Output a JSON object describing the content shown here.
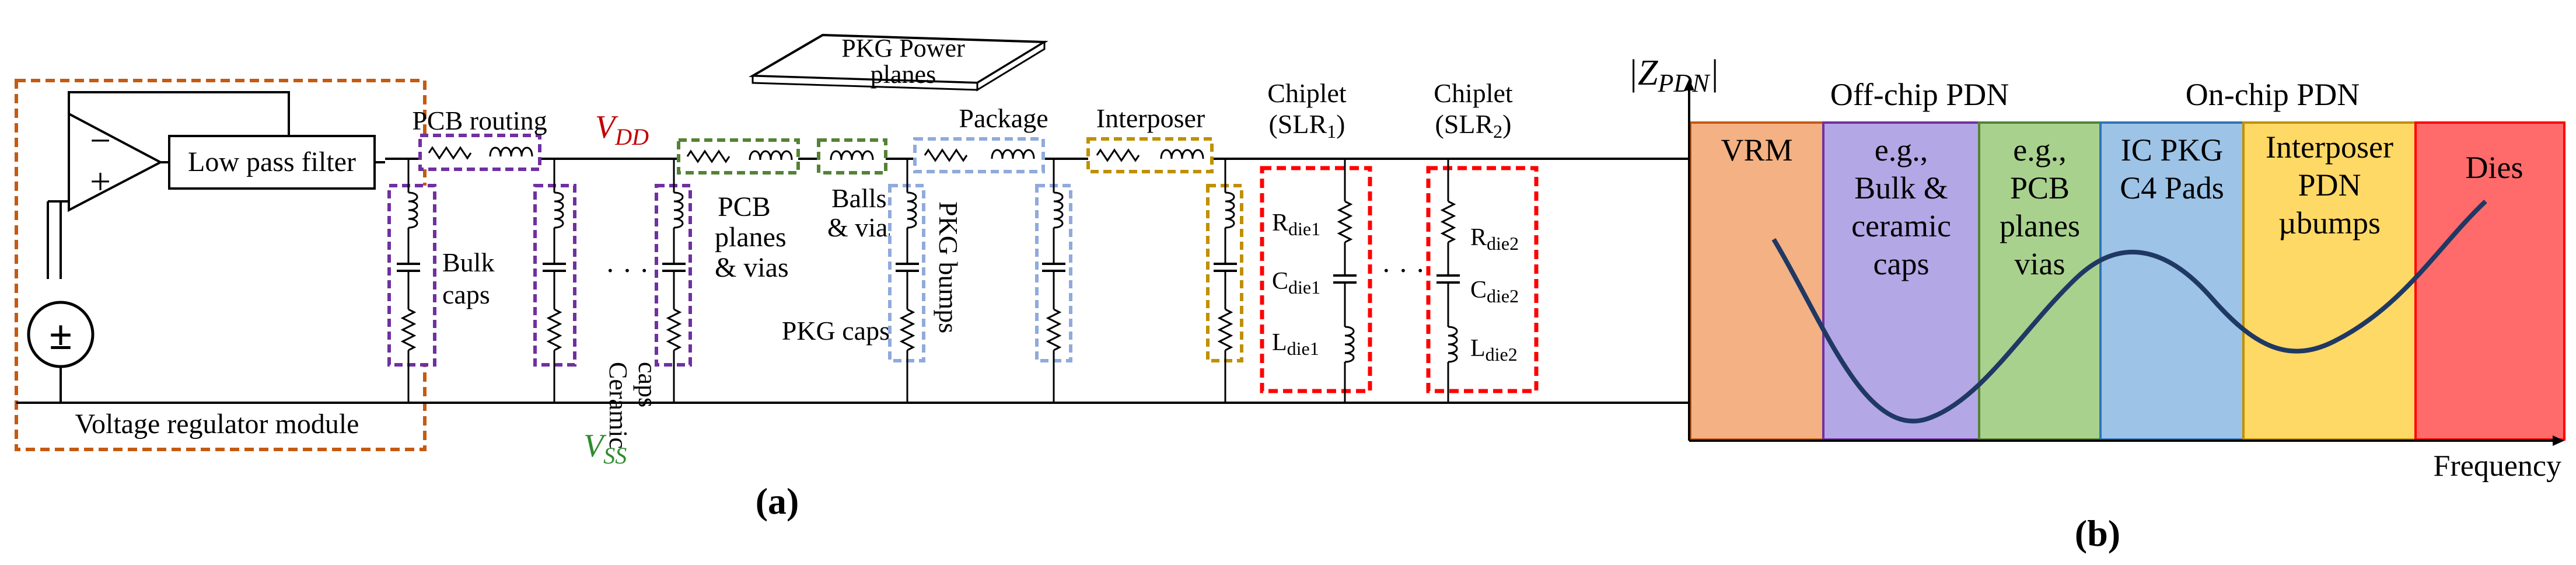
{
  "panel_a": {
    "caption": "(a)",
    "vrm_label": "Voltage regulator module",
    "lpf_label": "Low pass filter",
    "opamp_minus": "−",
    "opamp_plus": "+",
    "source_symbol": "±",
    "vdd_main": "V",
    "vdd_sub": "DD",
    "vss_main": "V",
    "vss_sub": "SS",
    "pcb_routing": "PCB routing",
    "bulk_caps_1": "Bulk",
    "bulk_caps_2": "caps",
    "ellipsis_1": "· · ·",
    "ceramic_caps_1": "Ceramic",
    "ceramic_caps_2": "caps",
    "pcb_planes_1": "PCB",
    "pcb_planes_2": "planes",
    "pcb_planes_3": "& vias",
    "balls_vias_1": "Balls",
    "balls_vias_2": "& vias",
    "pkg_power_1": "PKG Power",
    "pkg_power_2": "planes",
    "package_label": "Package",
    "pkg_bumps": "PKG bumps",
    "pkg_caps": "PKG caps",
    "interposer_label": "Interposer",
    "chiplet1_1": "Chiplet",
    "chiplet1_2": "(SLR",
    "chiplet1_sub": "1",
    "chiplet1_3": ")",
    "chiplet2_1": "Chiplet",
    "chiplet2_2": "(SLR",
    "chiplet2_sub": "2",
    "chiplet2_3": ")",
    "ellipsis_2": "· · ·",
    "r_die1_main": "R",
    "r_die1_sub": "die1",
    "c_die1_main": "C",
    "c_die1_sub": "die1",
    "l_die1_main": "L",
    "l_die1_sub": "die1",
    "r_die2_main": "R",
    "r_die2_sub": "die2",
    "c_die2_main": "C",
    "c_die2_sub": "die2",
    "l_die2_main": "L",
    "l_die2_sub": "die2",
    "colors": {
      "vrm": "#c55a11",
      "pcb": "#7030a0",
      "green": "#548235",
      "pkg": "#8faadc",
      "interposer": "#bf9000",
      "chiplet": "#ff0000",
      "vdd_text": "#c00000",
      "vss_text": "#2e8b2e"
    }
  },
  "panel_b": {
    "caption": "(b)",
    "y_axis_label": "|Z",
    "y_axis_sub": "PDN",
    "y_axis_close": "|",
    "x_axis_label": "Frequency",
    "group_offchip": "Off-chip PDN",
    "group_onchip": "On-chip PDN",
    "bands": [
      {
        "lines": [
          "VRM"
        ],
        "color": "#f4b183"
      },
      {
        "lines": [
          "e.g.,",
          "Bulk &",
          "ceramic",
          "caps"
        ],
        "color": "#b4a7e5"
      },
      {
        "lines": [
          "e.g.,",
          "PCB",
          "planes",
          "vias"
        ],
        "color": "#a9d18e"
      },
      {
        "lines": [
          "IC PKG",
          "C4 Pads"
        ],
        "color": "#9dc3e6"
      },
      {
        "lines": [
          "Interposer",
          "PDN",
          "µbumps"
        ],
        "color": "#ffd966"
      },
      {
        "lines": [
          "Dies"
        ],
        "color": "#ff6b6b"
      }
    ],
    "band_borders": [
      "#c55a11",
      "#7030a0",
      "#548235",
      "#2e75b6",
      "#bf9000",
      "#ff0000"
    ],
    "curve_color": "#1f3864"
  }
}
